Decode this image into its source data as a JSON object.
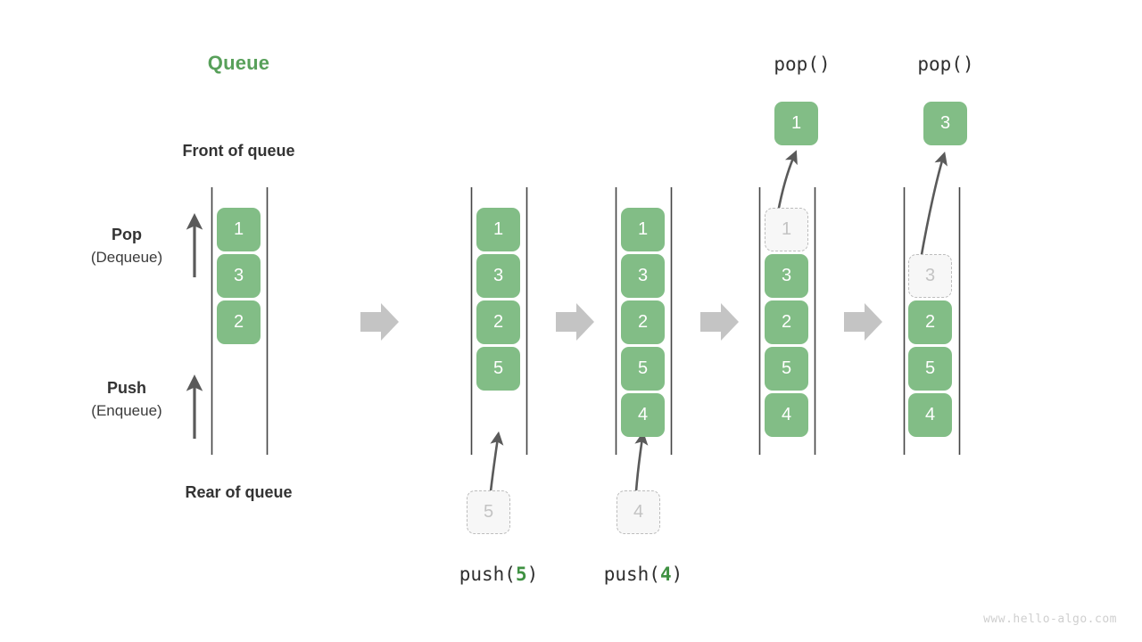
{
  "diagram": {
    "title": "Queue",
    "title_color": "#58a05a",
    "front_label": "Front of queue",
    "rear_label": "Rear of queue",
    "pop_label_strong": "Pop",
    "pop_label_paren": "(Dequeue)",
    "push_label_strong": "Push",
    "push_label_paren": "(Enqueue)",
    "cell_color": "#82bd86",
    "ghost_color": "#c3c3c3",
    "text_color": "#333333",
    "footer": "www.hello-algo.com"
  },
  "stages": [
    {
      "name": "initial",
      "cells": [
        "1",
        "3",
        "2"
      ],
      "ghost_cell": null,
      "popped_cell": null,
      "caption_prefix": "",
      "caption_arg": "",
      "caption_suffix": "",
      "top_label": ""
    },
    {
      "name": "push-5",
      "cells": [
        "1",
        "3",
        "2",
        "5"
      ],
      "ghost_cell": "5",
      "popped_cell": null,
      "caption_prefix": "push(",
      "caption_arg": "5",
      "caption_suffix": ")",
      "top_label": ""
    },
    {
      "name": "push-4",
      "cells": [
        "1",
        "3",
        "2",
        "5",
        "4"
      ],
      "ghost_cell": "4",
      "popped_cell": null,
      "caption_prefix": "push(",
      "caption_arg": "4",
      "caption_suffix": ")",
      "top_label": ""
    },
    {
      "name": "pop-1",
      "cells": [
        "3",
        "2",
        "5",
        "4"
      ],
      "ghost_cell": "1",
      "popped_cell": "1",
      "caption_prefix": "",
      "caption_arg": "",
      "caption_suffix": "",
      "top_label": "pop()"
    },
    {
      "name": "pop-3",
      "cells": [
        "2",
        "5",
        "4"
      ],
      "ghost_cell": "3",
      "popped_cell": "3",
      "caption_prefix": "",
      "caption_arg": "",
      "caption_suffix": "",
      "top_label": "pop()"
    }
  ],
  "flow_arrows": [
    "flow-arrow-1",
    "flow-arrow-2",
    "flow-arrow-3",
    "flow-arrow-4"
  ]
}
